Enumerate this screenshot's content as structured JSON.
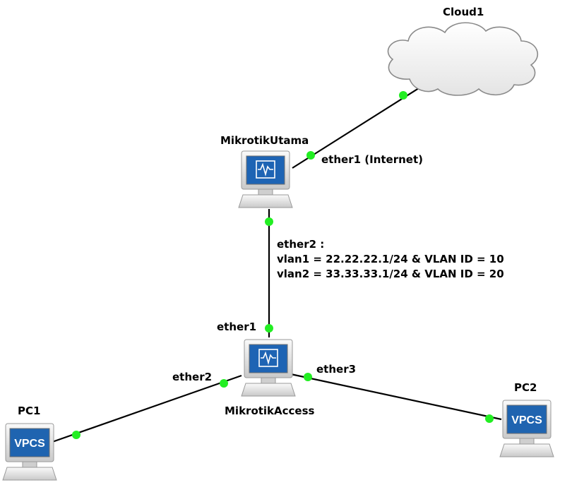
{
  "nodes": {
    "cloud": {
      "label": "Cloud1"
    },
    "main_router": {
      "label": "MikrotikUtama"
    },
    "access_router": {
      "label": "MikrotikAccess"
    },
    "pc1": {
      "label": "PC1",
      "badge": "VPCS"
    },
    "pc2": {
      "label": "PC2",
      "badge": "VPCS"
    }
  },
  "ports": {
    "main_ether1": "ether1 (Internet)",
    "access_ether1": "ether1",
    "access_ether2": "ether2",
    "access_ether3": "ether3"
  },
  "trunk_note": {
    "heading": "ether2 :",
    "lines": [
      "vlan1 = 22.22.22.1/24 & VLAN ID = 10",
      "vlan2 = 33.33.33.1/24 & VLAN ID = 20"
    ]
  },
  "colors": {
    "link": "#000000",
    "port_dot": "#22ee22",
    "router_screen": "#1e64b4",
    "vpcs_screen": "#1f64b0",
    "device_body": "#e6e6e6"
  }
}
